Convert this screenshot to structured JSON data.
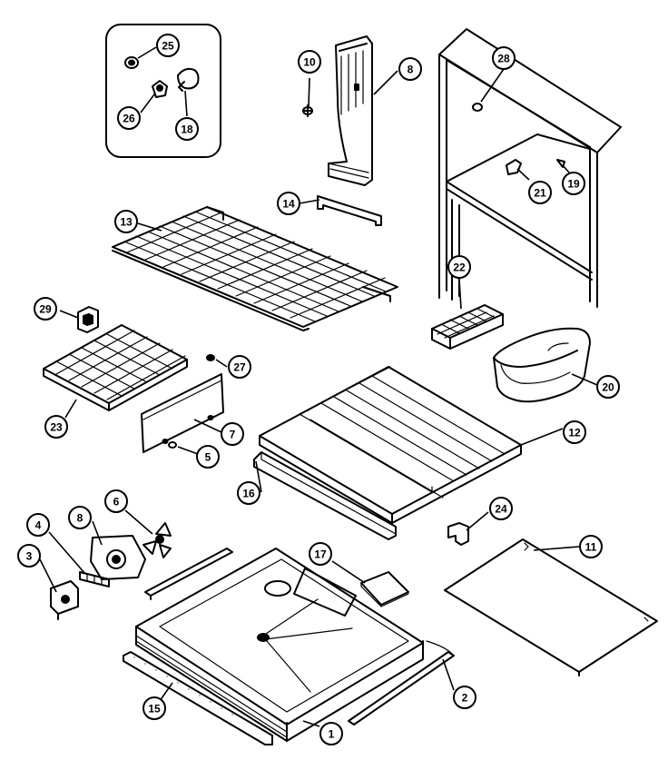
{
  "callouts": [
    {
      "label": "25"
    },
    {
      "label": "26"
    },
    {
      "label": "18"
    },
    {
      "label": "10"
    },
    {
      "label": "8"
    },
    {
      "label": "28"
    },
    {
      "label": "14"
    },
    {
      "label": "21"
    },
    {
      "label": "19"
    },
    {
      "label": "13"
    },
    {
      "label": "22"
    },
    {
      "label": "29"
    },
    {
      "label": "27"
    },
    {
      "label": "20"
    },
    {
      "label": "23"
    },
    {
      "label": "7"
    },
    {
      "label": "12"
    },
    {
      "label": "5"
    },
    {
      "label": "16"
    },
    {
      "label": "6"
    },
    {
      "label": "24"
    },
    {
      "label": "4"
    },
    {
      "label": "8"
    },
    {
      "label": "17"
    },
    {
      "label": "11"
    },
    {
      "label": "3"
    },
    {
      "label": "2"
    },
    {
      "label": "15"
    },
    {
      "label": "1"
    }
  ]
}
